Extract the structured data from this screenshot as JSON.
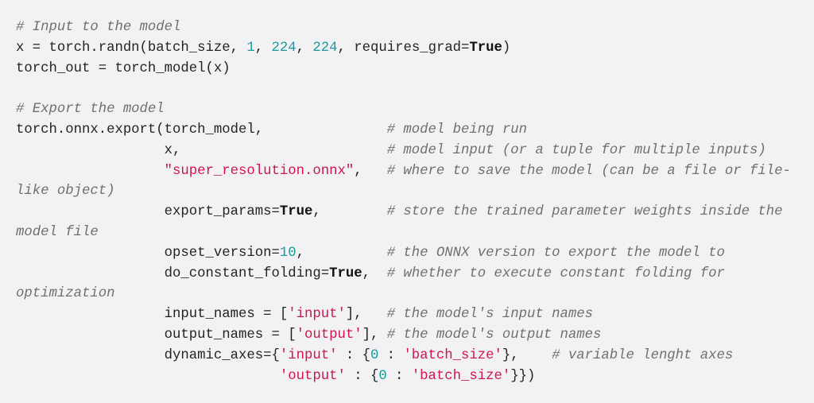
{
  "colors": {
    "background": "#f2f2f5",
    "comment": "#707070",
    "number": "#1b9aa0",
    "string": "#d1164a",
    "text": "#242424"
  },
  "code_lines": [
    [
      [
        "c",
        "# Input to the model"
      ]
    ],
    [
      [
        "t",
        "x = torch.randn(batch_size, "
      ],
      [
        "n",
        "1"
      ],
      [
        "t",
        ", "
      ],
      [
        "n",
        "224"
      ],
      [
        "t",
        ", "
      ],
      [
        "n",
        "224"
      ],
      [
        "t",
        ", requires_grad="
      ],
      [
        "k",
        "True"
      ],
      [
        "t",
        ")"
      ]
    ],
    [
      [
        "t",
        "torch_out = torch_model(x)"
      ]
    ],
    [],
    [
      [
        "c",
        "# Export the model"
      ]
    ],
    [
      [
        "t",
        "torch.onnx.export(torch_model,               "
      ],
      [
        "c",
        "# model being run"
      ]
    ],
    [
      [
        "t",
        "                  x,                         "
      ],
      [
        "c",
        "# model input (or a tuple for multiple inputs)"
      ]
    ],
    [
      [
        "t",
        "                  "
      ],
      [
        "s",
        "\"super_resolution.onnx\""
      ],
      [
        "t",
        ",   "
      ],
      [
        "c",
        "# where to save the model (can be a file or file-like object)"
      ]
    ],
    [
      [
        "t",
        "                  export_params="
      ],
      [
        "k",
        "True"
      ],
      [
        "t",
        ",        "
      ],
      [
        "c",
        "# store the trained parameter weights inside the model file"
      ]
    ],
    [
      [
        "t",
        "                  opset_version="
      ],
      [
        "n",
        "10"
      ],
      [
        "t",
        ",          "
      ],
      [
        "c",
        "# the ONNX version to export the model to"
      ]
    ],
    [
      [
        "t",
        "                  do_constant_folding="
      ],
      [
        "k",
        "True"
      ],
      [
        "t",
        ",  "
      ],
      [
        "c",
        "# whether to execute constant folding for optimization"
      ]
    ],
    [
      [
        "t",
        "                  input_names = ["
      ],
      [
        "s",
        "'input'"
      ],
      [
        "t",
        "],   "
      ],
      [
        "c",
        "# the model's input names"
      ]
    ],
    [
      [
        "t",
        "                  output_names = ["
      ],
      [
        "s",
        "'output'"
      ],
      [
        "t",
        "], "
      ],
      [
        "c",
        "# the model's output names"
      ]
    ],
    [
      [
        "t",
        "                  dynamic_axes={"
      ],
      [
        "s",
        "'input'"
      ],
      [
        "t",
        " : {"
      ],
      [
        "n",
        "0"
      ],
      [
        "t",
        " : "
      ],
      [
        "s",
        "'batch_size'"
      ],
      [
        "t",
        "},    "
      ],
      [
        "c",
        "# variable lenght axes"
      ]
    ],
    [
      [
        "t",
        "                                "
      ],
      [
        "s",
        "'output'"
      ],
      [
        "t",
        " : {"
      ],
      [
        "n",
        "0"
      ],
      [
        "t",
        " : "
      ],
      [
        "s",
        "'batch_size'"
      ],
      [
        "t",
        "}})"
      ]
    ]
  ]
}
